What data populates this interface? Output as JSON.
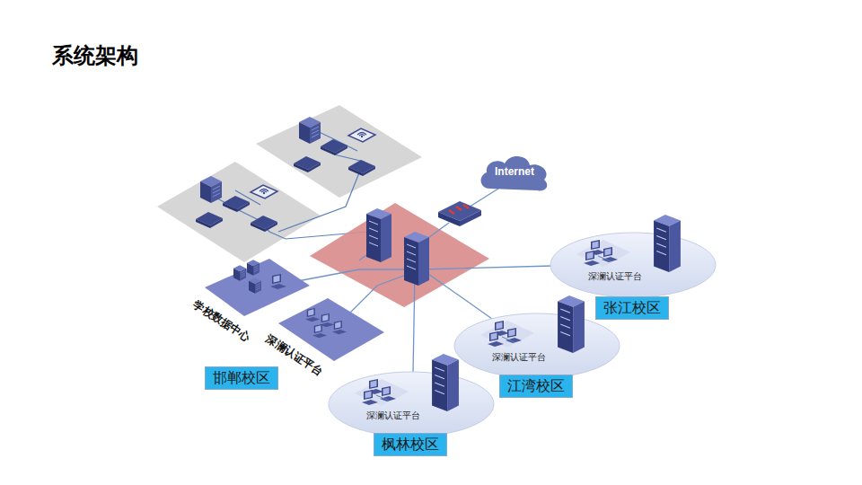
{
  "diagram": {
    "title": "系统架构",
    "nodes": [
      {
        "text": [
          "Internet"
        ]
      },
      {
        "text": [
          "学校数据中心"
        ]
      },
      {
        "text": [
          "深澜认证平台"
        ]
      },
      {
        "text": [
          "邯郸校区"
        ]
      },
      {
        "text": [
          "深澜认证平台"
        ]
      },
      {
        "text": [
          "张江校区"
        ]
      },
      {
        "text": [
          "深澜认证平台"
        ]
      },
      {
        "text": [
          "江湾校区"
        ]
      },
      {
        "text": [
          "深澜认证平台"
        ]
      },
      {
        "text": [
          "枫林校区"
        ]
      }
    ]
  }
}
